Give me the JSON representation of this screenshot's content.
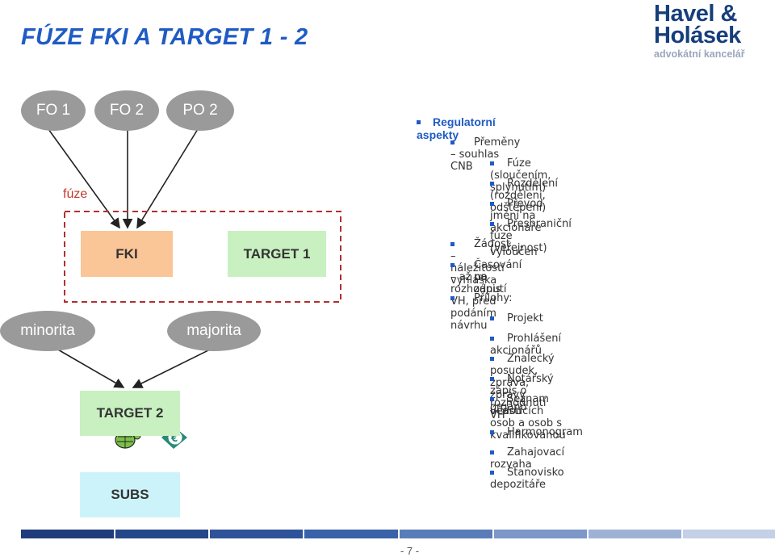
{
  "title": "FÚZE FKI A TARGET 1 - 2",
  "logo": {
    "line1": "Havel &",
    "line2": "Holásek",
    "line3": "advokátní kancelář"
  },
  "diagram": {
    "top_nodes": [
      "FO 1",
      "FO 2",
      "PO 2"
    ],
    "merge_label": "fúze",
    "fki": "FKI",
    "target1": "TARGET 1",
    "minorita": "minorita",
    "majorita": "majorita",
    "target2": "TARGET 2",
    "subs": "SUBS",
    "colors": {
      "oval": "#9a9a9a",
      "fki": "#fac597",
      "target1": "#c8f0c0",
      "target2": "#c8f0c0",
      "subs": "#ccf3fa",
      "dash": "#b03030"
    }
  },
  "bullets": {
    "heading": "Regulatorní aspekty",
    "premeny": "Přeměny – souhlas CNB",
    "premeny_items": [
      "Fúze (sloučením, splynutím)",
      "Rozdělení (rozdělení, odštěpení)",
      "Převod jmění na akcionáře – vyloučen",
      "Přeshraniční fúze (veřejnost)"
    ],
    "zadost": "Žádost – náležitosti vyhláška",
    "casovani_1": "Časování – až po rozhodnutí VH, před podáním návrhu",
    "casovani_2": "na zápis",
    "prilohy": "Přílohy:",
    "prilohy_items": [
      "Projekt",
      "Prohlášení akcionářů",
      "Znalecký posudek, zpráva, zprávy orgánů",
      "Notářský zápis o rozhodnutí VH"
    ],
    "seznam_1": "Seznam vedoucích osob a osob s kvalifikovanou",
    "seznam_2": "účastí",
    "rest_items": [
      "Harmonogram",
      "Zahajovací rozvaha",
      "Stanovisko depozitáře"
    ]
  },
  "footer": {
    "page_number": "- 7 -",
    "bar_colors": [
      "#1f3d7a",
      "#25478a",
      "#2e539a",
      "#3a62a8",
      "#5a7cb8",
      "#7c97c8",
      "#9fb2d6",
      "#c3d0e6"
    ]
  }
}
